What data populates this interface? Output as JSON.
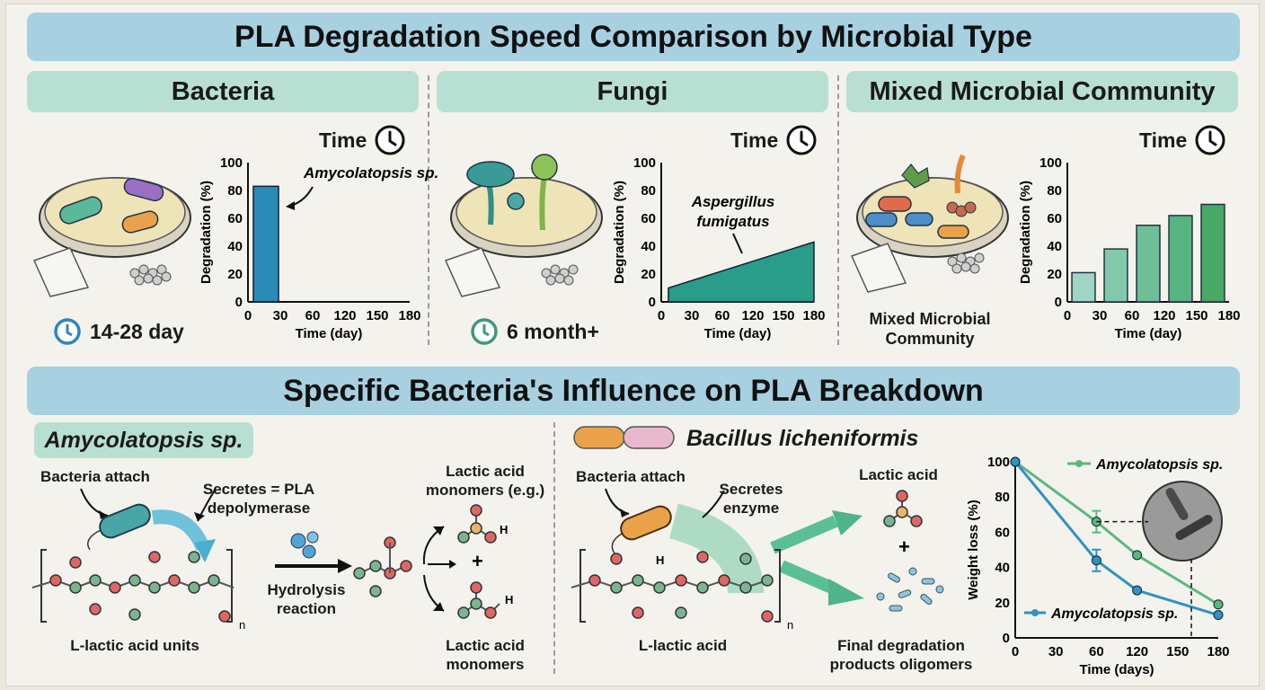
{
  "title": "PLA Degradation Speed Comparison by Microbial Type",
  "panels": {
    "bacteria": {
      "heading": "Bacteria",
      "time_label": "Time",
      "duration": "14-28 day",
      "annotation": "Amycolatopsis sp."
    },
    "fungi": {
      "heading": "Fungi",
      "time_label": "Time",
      "duration": "6 month+",
      "annotation_line1": "Aspergillus",
      "annotation_line2": "fumigatus"
    },
    "mixed": {
      "heading": "Mixed Microbial Community",
      "time_label": "Time",
      "caption_line1": "Mixed Microbial",
      "caption_line2": "Community"
    }
  },
  "section2_title": "Specific Bacteria's Influence on PLA Breakdown",
  "amycolatopsis": {
    "tag": "Amycolatopsis sp.",
    "attach": "Bacteria attach",
    "secretes_line1": "Secretes = PLA",
    "secretes_line2": "depolymerase",
    "units": "L-lactic acid units",
    "repeat_sub": "n",
    "hydrolysis_line1": "Hydrolysis",
    "hydrolysis_line2": "reaction",
    "monomers_top_line1": "Lactic acid",
    "monomers_top_line2": "monomers (e.g.)",
    "monomers_bottom_line1": "Lactic acid",
    "monomers_bottom_line2": "monomers",
    "plus": "+",
    "h_atom": "H"
  },
  "bacillus": {
    "name": "Bacillus licheniformis",
    "attach": "Bacteria attach",
    "secretes_line1": "Secretes",
    "secretes_line2": "enzyme",
    "units": "L-lactic acid",
    "repeat_sub": "n",
    "lactic": "Lactic acid",
    "plus": "+",
    "final_line1": "Final degradation",
    "final_line2": "products oligomers",
    "h_atom": "H"
  },
  "chart_data": [
    {
      "type": "bar",
      "title": "",
      "xlabel": "Time (day)",
      "ylabel": "Degradation (%)",
      "xticks": [
        0,
        30,
        60,
        120,
        150,
        180
      ],
      "yticks": [
        0,
        20,
        40,
        60,
        80,
        100
      ],
      "ylim": [
        0,
        100
      ],
      "categories": [
        "0-30"
      ],
      "values": [
        83
      ],
      "color": "#2b8bb8"
    },
    {
      "type": "area",
      "title": "",
      "xlabel": "Time (day)",
      "ylabel": "Degradation (%)",
      "xticks": [
        0,
        30,
        60,
        120,
        150,
        180
      ],
      "yticks": [
        0,
        20,
        40,
        60,
        80,
        100
      ],
      "ylim": [
        0,
        100
      ],
      "x": [
        7,
        180
      ],
      "values": [
        10,
        43
      ],
      "color": "#2a9c8a"
    },
    {
      "type": "bar",
      "title": "",
      "xlabel": "Time (day)",
      "ylabel": "Degradation (%)",
      "categories": [
        "0",
        "30",
        "60",
        "120",
        "150",
        "180"
      ],
      "values": [
        21,
        38,
        55,
        62,
        70
      ],
      "bar_positions": [
        "0-30",
        "30-60",
        "60-120",
        "120-150",
        "150-180"
      ],
      "yticks": [
        0,
        20,
        40,
        60,
        80,
        100
      ],
      "ylim": [
        0,
        100
      ],
      "colors": [
        "#9fd5c3",
        "#82c9ac",
        "#6cbf97",
        "#58b47f",
        "#48a865"
      ]
    },
    {
      "type": "line",
      "title": "",
      "xlabel": "Time (days)",
      "ylabel": "Weight loss (%)",
      "xticks": [
        0,
        30,
        60,
        120,
        150,
        180
      ],
      "yticks": [
        0,
        20,
        40,
        60,
        80,
        100
      ],
      "ylim": [
        0,
        100
      ],
      "series": [
        {
          "name": "Amycolatopsis sp.",
          "x": [
            0,
            60,
            120,
            180
          ],
          "values": [
            100,
            66,
            47,
            19
          ],
          "color": "#5cb87c",
          "error_at": 60
        },
        {
          "name": "Amycolatopsis sp.",
          "x": [
            0,
            60,
            120,
            180
          ],
          "values": [
            100,
            44,
            27,
            13
          ],
          "color": "#2f92c4",
          "error_at": 60
        }
      ]
    }
  ]
}
